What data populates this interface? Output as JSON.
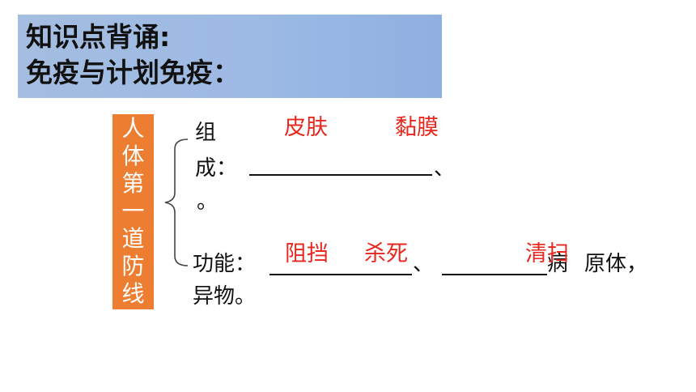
{
  "title": {
    "line1": "知识点背诵:",
    "line2": "免疫与计划免疫："
  },
  "side_label": [
    "人",
    "体",
    "第",
    "一",
    "道",
    "防",
    "线"
  ],
  "composition": {
    "label_part1": "组",
    "label_part2": "成：",
    "separator": "、",
    "end_mark": "。",
    "answers": [
      "皮肤",
      "黏膜"
    ]
  },
  "function": {
    "label": "功能：",
    "separator": "、",
    "tail_part1": "病",
    "tail_part2": "原体，",
    "line2": "异物。",
    "answers": [
      "阻挡",
      "杀死",
      "清扫"
    ]
  },
  "colors": {
    "title_bg": "#9dbae4",
    "side_bg": "#ed7d31",
    "answer": "#e8271f",
    "text": "#111111"
  }
}
